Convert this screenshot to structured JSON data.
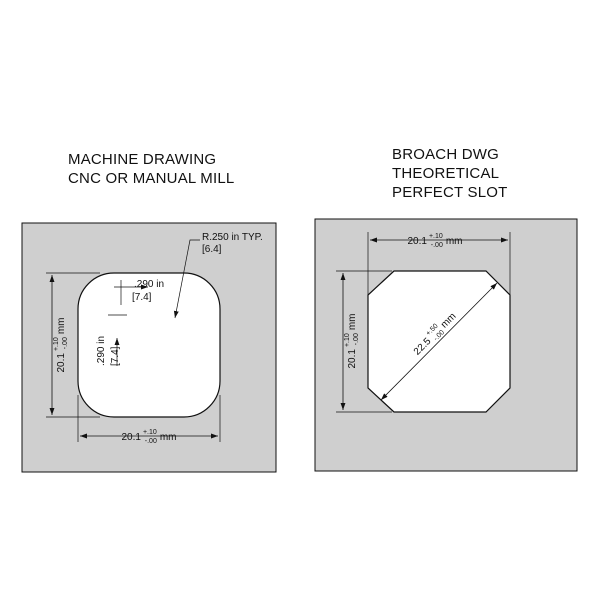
{
  "colors": {
    "plate_fill": "#cfcfcf",
    "slot_fill": "#ffffff",
    "line": "#111111"
  },
  "left_view": {
    "title_lines": [
      "MACHINE DRAWING",
      "CNC OR MANUAL MILL"
    ],
    "corner_radius_note": "R.250 in TYP.",
    "corner_radius_metric": "[6.4]",
    "horizontal_offset": ".290 in",
    "horizontal_offset_metric": "[7.4]",
    "vertical_offset": ".290 in",
    "vertical_offset_metric": "[7.4]",
    "height_dim": {
      "value": "20.1",
      "tol_plus": "+.10",
      "tol_minus": "-.00",
      "unit": "mm"
    },
    "width_dim": {
      "value": "20.1",
      "tol_plus": "+.10",
      "tol_minus": "-.00",
      "unit": "mm"
    }
  },
  "right_view": {
    "title_lines": [
      "BROACH DWG",
      "THEORETICAL",
      "PERFECT SLOT"
    ],
    "width_dim": {
      "value": "20.1",
      "tol_plus": "+.10",
      "tol_minus": "-.00",
      "unit": "mm"
    },
    "height_dim": {
      "value": "20.1",
      "tol_plus": "+.10",
      "tol_minus": "-.00",
      "unit": "mm"
    },
    "diagonal_dim": {
      "value": "22.5",
      "tol_plus": "+.50",
      "tol_minus": "-.00",
      "unit": "mm"
    }
  }
}
